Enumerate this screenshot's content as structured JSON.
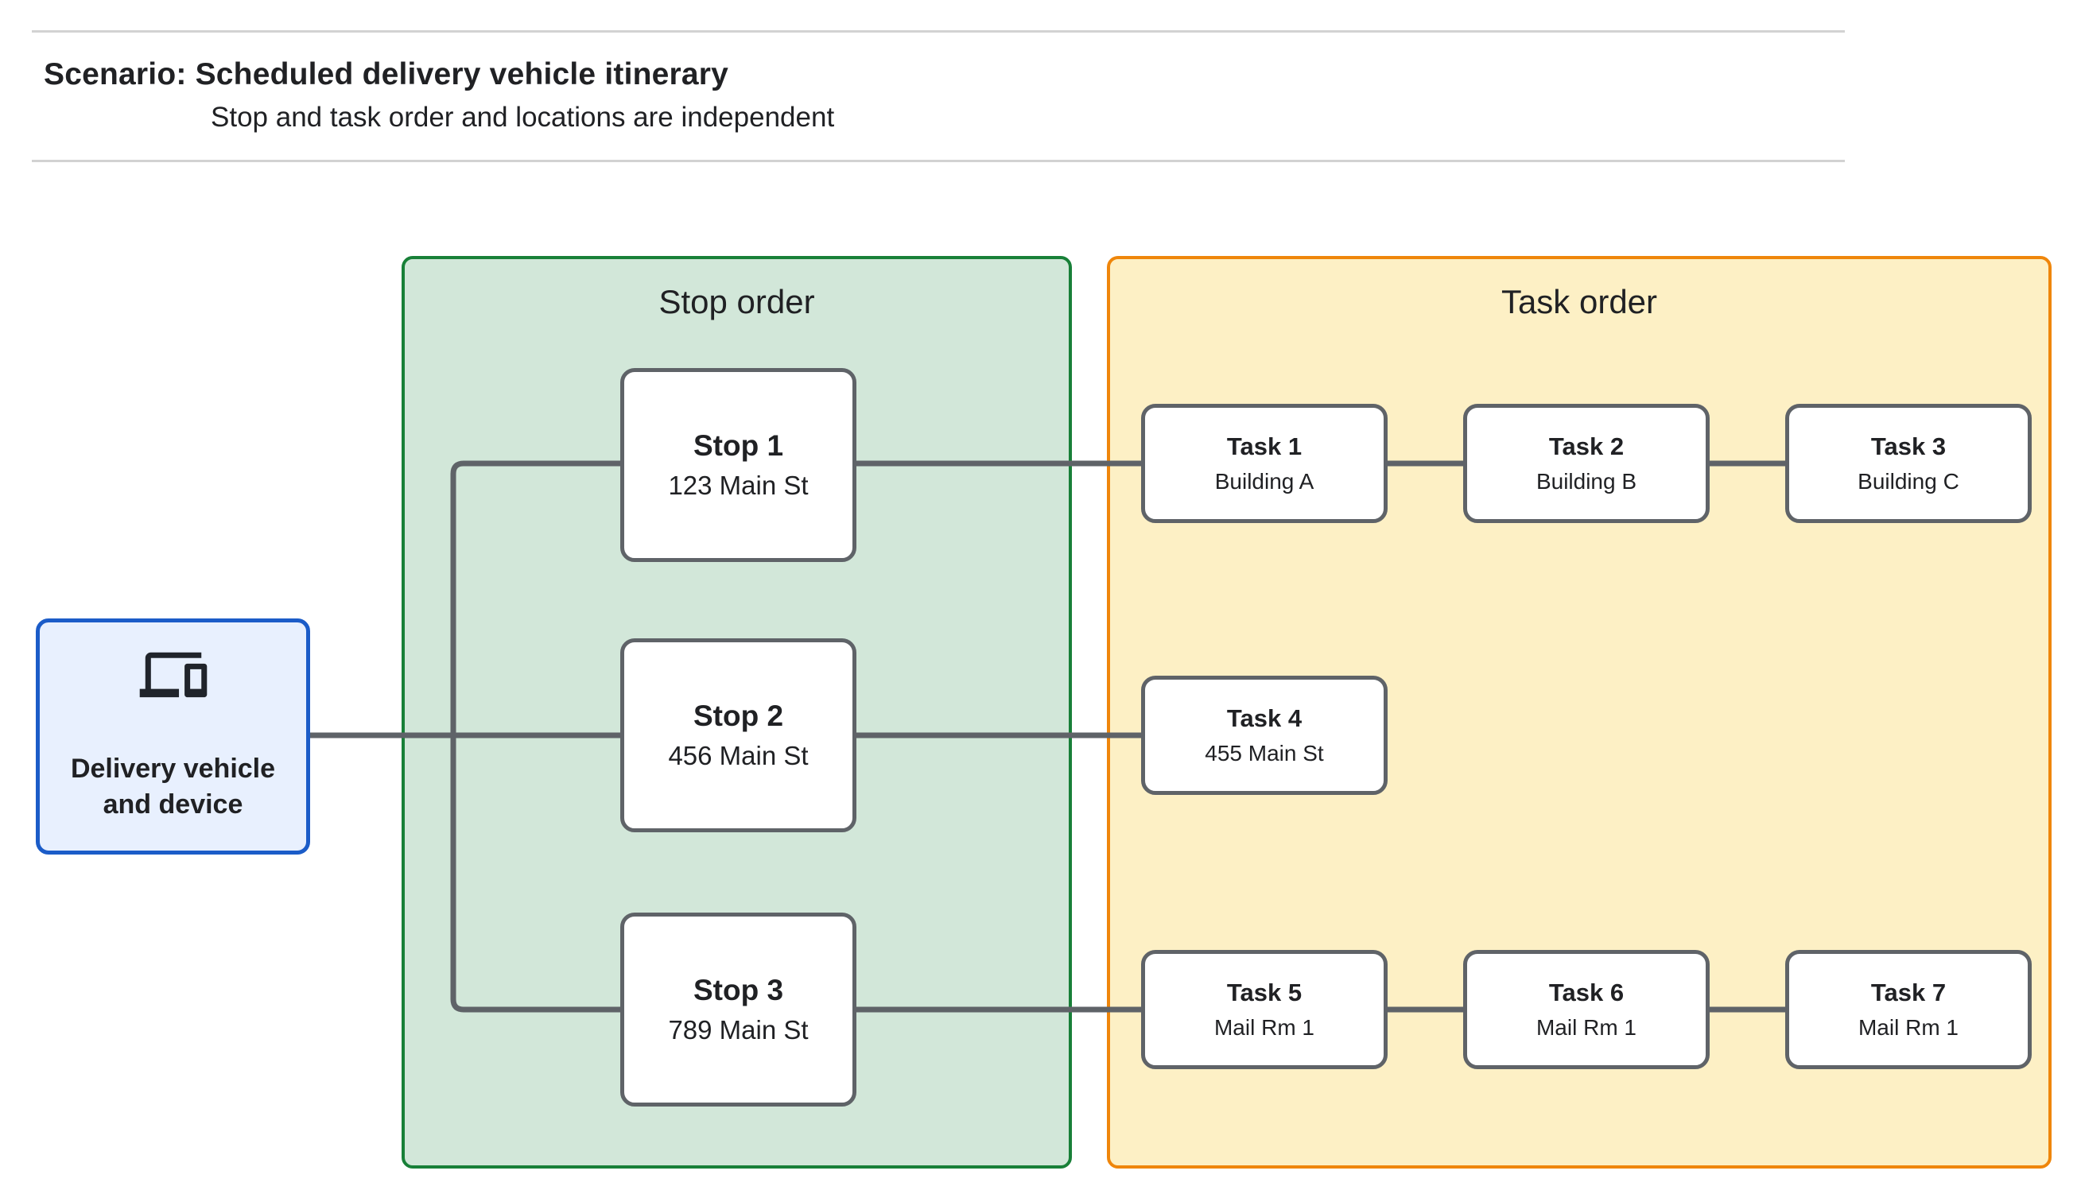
{
  "header": {
    "title": "Scenario: Scheduled delivery vehicle itinerary",
    "subtitle": "Stop and task order and locations are independent"
  },
  "vehicle": {
    "label": "Delivery vehicle and device",
    "icon": "devices-icon"
  },
  "panels": {
    "stop_order": {
      "title": "Stop order"
    },
    "task_order": {
      "title": "Task order"
    }
  },
  "stops": [
    {
      "title": "Stop 1",
      "location": "123 Main St"
    },
    {
      "title": "Stop 2",
      "location": "456 Main St"
    },
    {
      "title": "Stop 3",
      "location": "789 Main St"
    }
  ],
  "tasks": [
    {
      "title": "Task 1",
      "location": "Building A"
    },
    {
      "title": "Task 2",
      "location": "Building B"
    },
    {
      "title": "Task 3",
      "location": "Building C"
    },
    {
      "title": "Task 4",
      "location": "455 Main St"
    },
    {
      "title": "Task 5",
      "location": "Mail Rm 1"
    },
    {
      "title": "Task 6",
      "location": "Mail Rm 1"
    },
    {
      "title": "Task 7",
      "location": "Mail Rm 1"
    }
  ],
  "colors": {
    "stop_panel_fill": "#d2e7d9",
    "stop_panel_border": "#188038",
    "task_panel_fill": "#fdf0c5",
    "task_panel_border": "#ef860b",
    "vehicle_fill": "#e8f0fe",
    "vehicle_border": "#1b5cc8",
    "node_border": "#5f6368",
    "connector": "#5f6368",
    "text": "#202124",
    "divider": "#d2d2d2"
  }
}
